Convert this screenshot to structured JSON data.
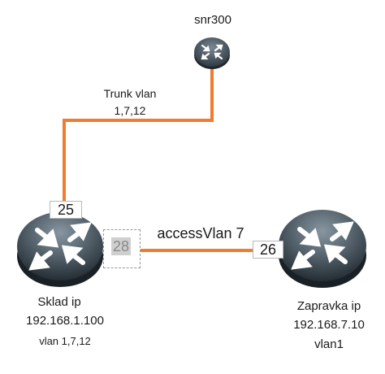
{
  "nodes": {
    "snr300": {
      "name": "snr300",
      "icon": "router-icon"
    },
    "sklad": {
      "name": "Sklad ip",
      "ip": "192.168.1.100",
      "vlan": "vlan 1,7,12",
      "icon": "router-icon"
    },
    "zapravka": {
      "name": "Zapravka ip",
      "ip": "192.168.7.10",
      "vlan": "vlan1",
      "icon": "router-icon"
    }
  },
  "links": {
    "trunk": {
      "label_line1": "Trunk vlan",
      "label_line2": "1,7,12",
      "color": "#ee7d31"
    },
    "access": {
      "label": "accessVlan 7",
      "color": "#ee7d31"
    }
  },
  "ports": {
    "sklad_trunk": "25",
    "sklad_access": "28",
    "zapravka_access": "26"
  }
}
